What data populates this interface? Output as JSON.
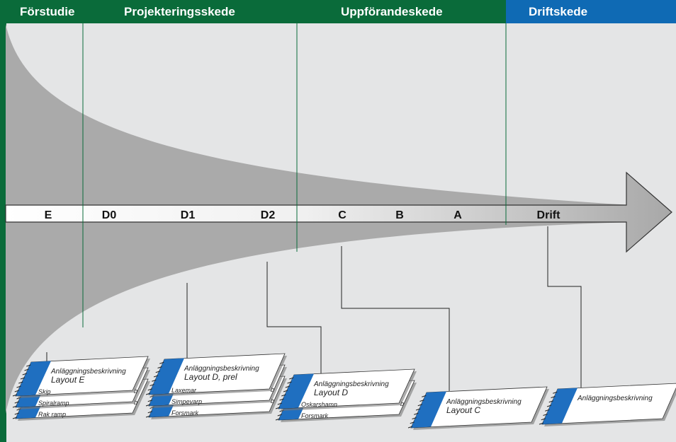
{
  "phases": [
    {
      "label": "Förstudie"
    },
    {
      "label": "Projekteringsskede"
    },
    {
      "label": "Uppförandeskede"
    },
    {
      "label": "Driftskede"
    }
  ],
  "stages": [
    "E",
    "D0",
    "D1",
    "D2",
    "C",
    "B",
    "A",
    "Drift"
  ],
  "colors": {
    "green": "#0a6b3a",
    "blue": "#0f6ab4",
    "funnel": "#aaaaaa",
    "background": "#e4e5e6",
    "doc_blue": "#1f6fc0"
  },
  "documents": [
    {
      "title": "Anläggningsbeskrivning",
      "subtitle": "Layout E",
      "variants": [
        "Skip",
        "Spiralramp",
        "Rak ramp"
      ],
      "tab_marks": [
        "b",
        "b"
      ]
    },
    {
      "title": "Anläggningsbeskrivning",
      "subtitle": "Layout D, prel",
      "variants": [
        "Laxemar",
        "Simpevarp",
        "Forsmark"
      ],
      "tab_marks": [
        "b",
        "b"
      ]
    },
    {
      "title": "Anläggningsbeskrivning",
      "subtitle": "Layout D",
      "variants": [
        "Oskarshamn",
        "Forsmark"
      ],
      "tab_marks": [
        "b"
      ]
    },
    {
      "title": "Anläggningsbeskrivning",
      "subtitle": "Layout C",
      "variants": [],
      "tab_marks": []
    },
    {
      "title": "Anläggningsbeskrivning",
      "subtitle": "",
      "variants": [],
      "tab_marks": []
    }
  ]
}
